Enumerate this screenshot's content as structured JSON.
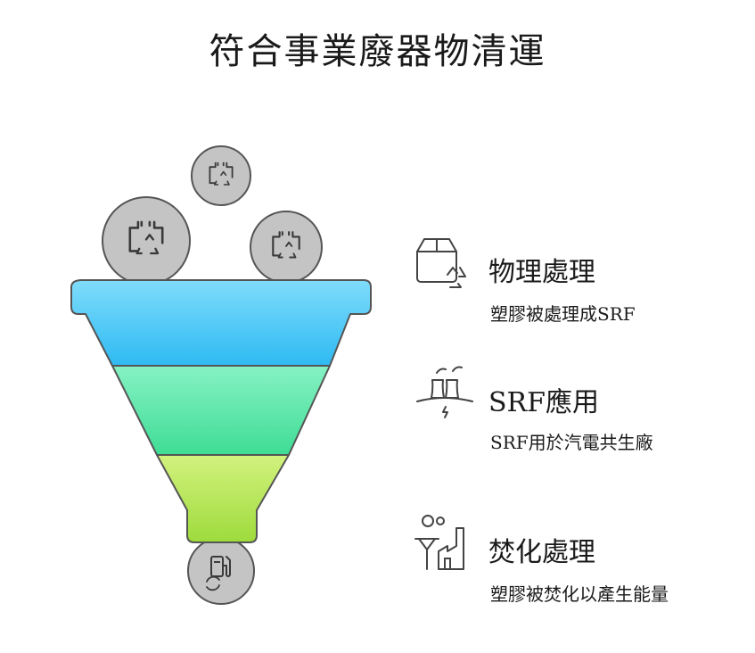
{
  "title": "符合事業廢器物清運",
  "colors": {
    "top": "#3ec4f5",
    "top_light": "#7fdcfb",
    "middle": "#5ee6b0",
    "bottom": "#b6e85c",
    "spout": "#9fdc3e",
    "ball": "#c4c4c4",
    "outline": "#555555"
  },
  "steps": [
    {
      "label": "物理處理",
      "description": "塑膠被處理成SRF",
      "icon": "box-recycle-icon"
    },
    {
      "label": "SRF應用",
      "description": "SRF用於汽電共生廠",
      "icon": "cooling-tower-icon"
    },
    {
      "label": "焚化處理",
      "description": "塑膠被焚化以產生能量",
      "icon": "incinerator-factory-icon"
    }
  ],
  "funnel_inputs": [
    "recycle-bag-icon",
    "recycle-bag-icon",
    "recycle-bag-icon"
  ],
  "funnel_output": "fuel-pump-recycle-icon"
}
